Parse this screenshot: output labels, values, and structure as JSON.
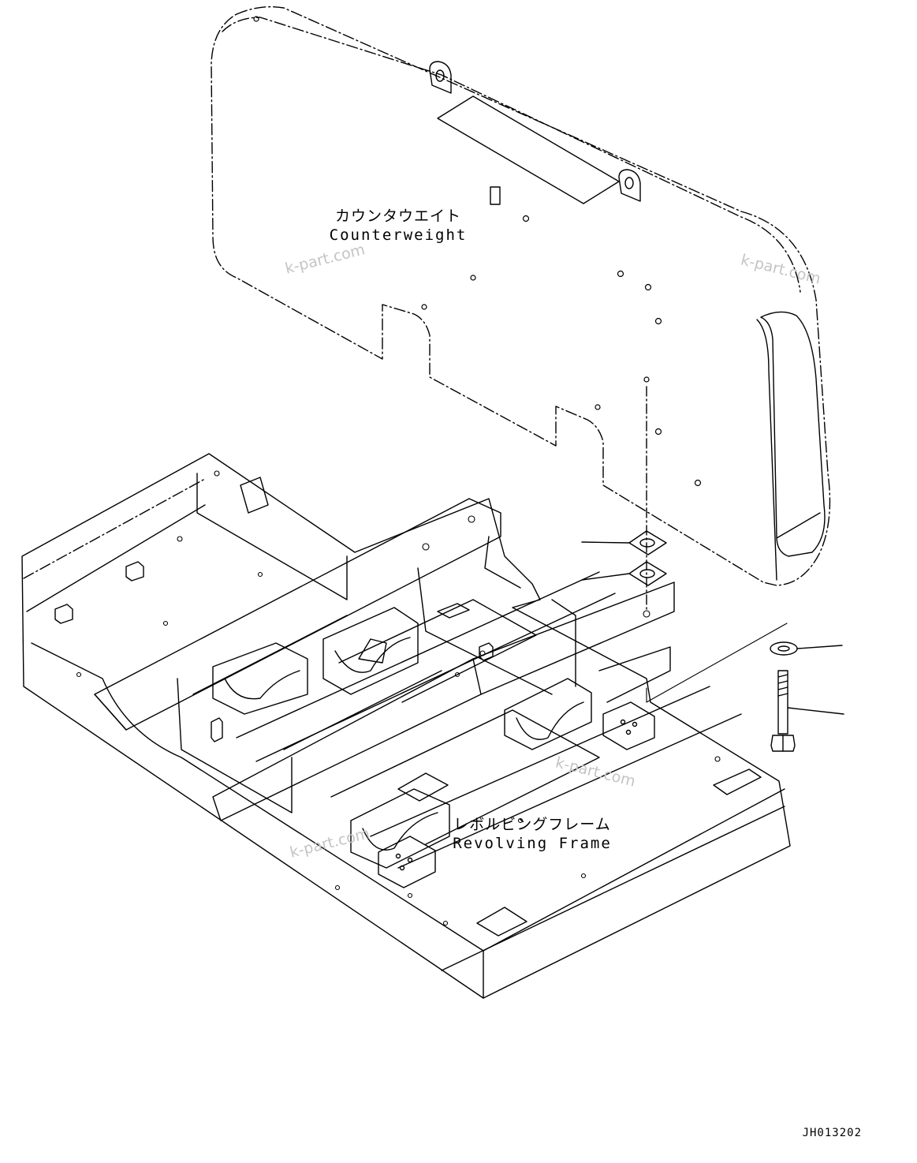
{
  "labels": {
    "counterweight": {
      "jp": "カウンタウエイト",
      "en": "Counterweight"
    },
    "revolving_frame": {
      "jp": "レボルビングフレーム",
      "en": "Revolving Frame"
    }
  },
  "watermarks": [
    "k-part.com",
    "k-part.com",
    "k-part.com",
    "k-part.com"
  ],
  "drawing_code": "JH013202",
  "colors": {
    "line": "#000000",
    "watermark": "#c4c4c4",
    "background": "#ffffff"
  }
}
